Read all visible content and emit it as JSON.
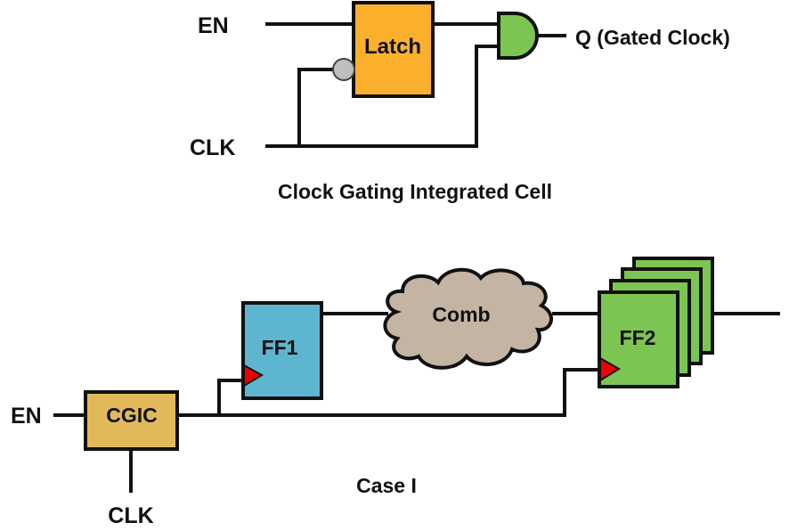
{
  "top_circuit": {
    "title": "Clock Gating Integrated Cell",
    "en_label": "EN",
    "clk_label": "CLK",
    "latch_label": "Latch",
    "output_label": "Q (Gated Clock)",
    "colors": {
      "latch": "#FBB02D",
      "and_gate": "#7DC552",
      "inverter_bubble": "#BFBFBF"
    }
  },
  "bottom_circuit": {
    "caption": "Case I",
    "en_label": "EN",
    "clk_label": "CLK",
    "cgic_label": "CGIC",
    "ff1_label": "FF1",
    "comb_label": "Comb",
    "ff2_label": "FF2",
    "ff2_stack_count": 4,
    "colors": {
      "cgic": "#E2B95A",
      "ff1": "#5EB5CF",
      "comb": "#C4B4A4",
      "ff2": "#7DC552",
      "clock_marker": "#EE0000"
    }
  }
}
